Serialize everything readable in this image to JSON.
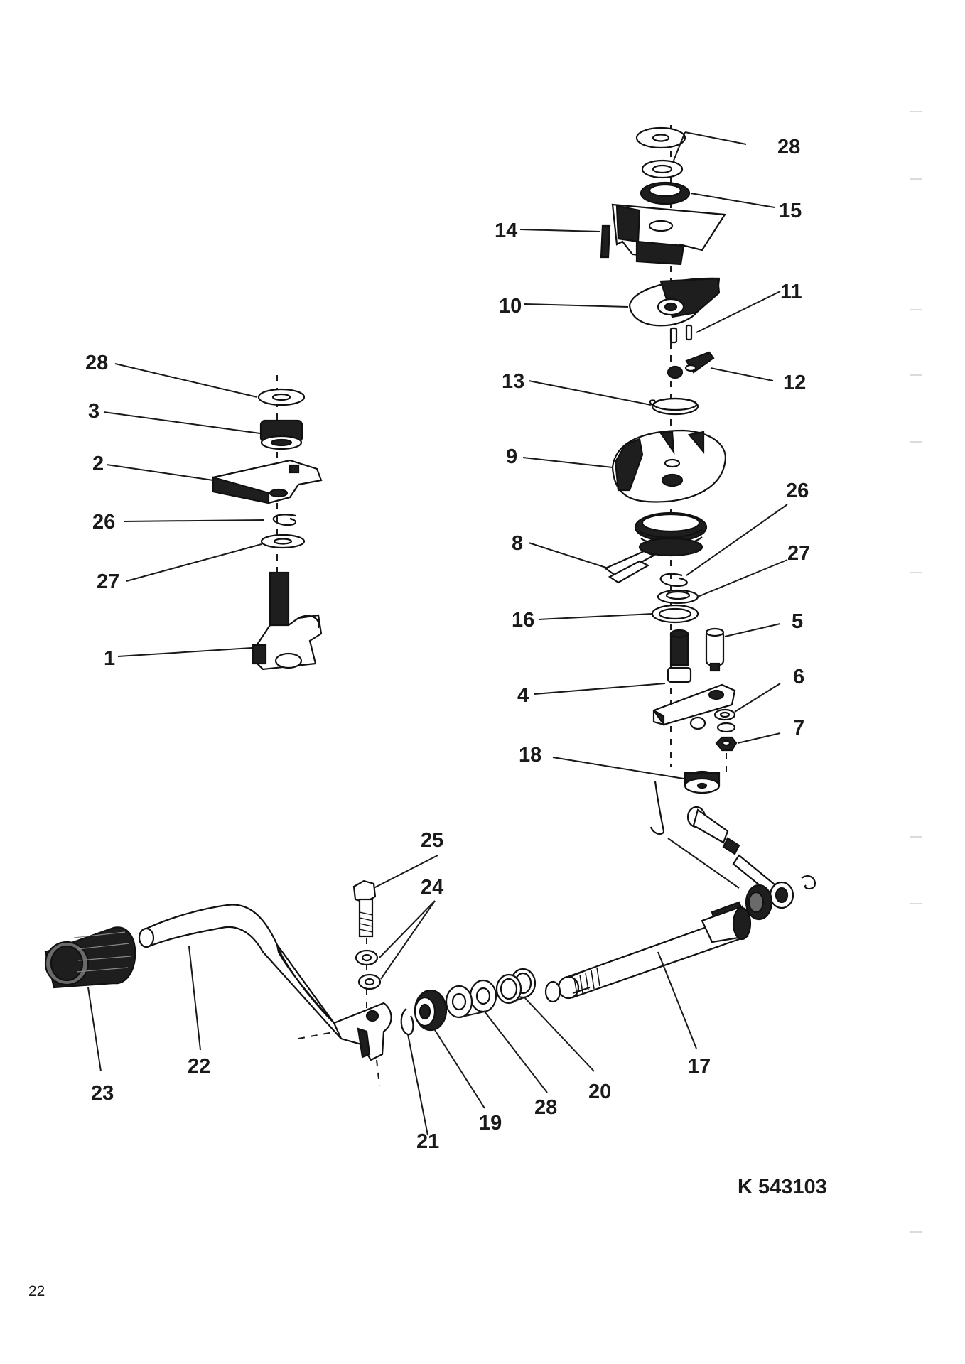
{
  "page": {
    "number": "22",
    "drawing_code": "K 543103"
  },
  "labels": {
    "upper_right_28": "28",
    "l15": "15",
    "l14": "14",
    "l10": "10",
    "l11": "11",
    "l12": "12",
    "l13": "13",
    "l9": "9",
    "r26": "26",
    "l8": "8",
    "r27": "27",
    "l16": "16",
    "l5": "5",
    "l4": "4",
    "l6": "6",
    "l7": "7",
    "l18": "18",
    "left_28": "28",
    "l3": "3",
    "l2": "2",
    "left_26": "26",
    "left_27": "27",
    "l1": "1",
    "l25": "25",
    "l24": "24",
    "l23": "23",
    "l22": "22",
    "l21": "21",
    "l19": "19",
    "lower_28": "28",
    "l20": "20",
    "l17": "17"
  },
  "icons": {
    "pedal_rubber": "pedal-rubber-icon",
    "lever": "gear-lever-icon",
    "shaft": "selector-shaft-icon",
    "spring": "return-spring-icon"
  }
}
